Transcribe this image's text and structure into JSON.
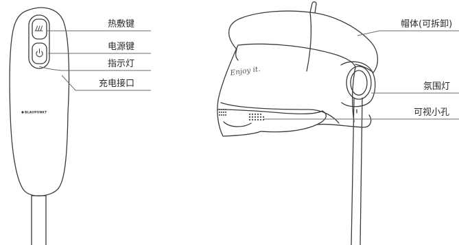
{
  "remote": {
    "labels": {
      "heat_key": "热敷键",
      "power_key": "电源键",
      "indicator": "指示灯",
      "charging_port": "充电接口"
    },
    "brand": "BLAUPUNKT"
  },
  "cap": {
    "labels": {
      "cap_body": "帽体(可拆卸)",
      "ambient_light": "氛围灯",
      "viewing_holes": "可视小孔"
    },
    "slogan": "Enjoy it."
  },
  "colors": {
    "stroke": "#3a3a3a",
    "leader": "#6a6a6a",
    "text": "#2a2a2a"
  }
}
